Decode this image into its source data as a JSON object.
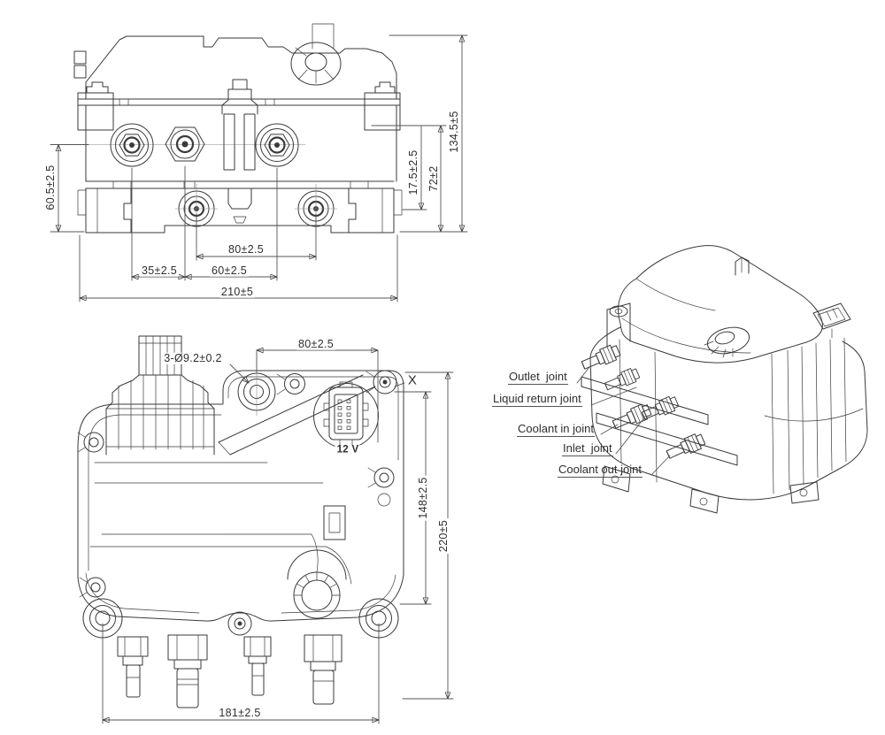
{
  "page": {
    "background": "#ffffff",
    "line_color": "#3a3a3a",
    "dim_color": "#2e2e2e"
  },
  "views": {
    "bottom_view": {
      "dim_left_height": "60.5±2.5",
      "dim_step_height": "17.5±2.5",
      "dim_mid_height": "72±2",
      "dim_total_height": "134.5±5",
      "dim_lower_port_spacing": "80±2.5",
      "dim_port_offset_left": "35±2.5",
      "dim_port_offset_right": "60±2.5",
      "dim_total_width": "210±5"
    },
    "front_view": {
      "hole_callout": "3-Ø9.2±0.2",
      "dim_mount_spacing": "80±2.5",
      "detail_marker": "X",
      "connector_label": "12 V",
      "dim_mount_height": "148±2.5",
      "dim_total_height": "220±5",
      "dim_bottom_width": "181±2.5"
    },
    "isometric_view": {
      "joints": [
        {
          "label": "Outlet  joint"
        },
        {
          "label": "Liquid return joint"
        },
        {
          "label": "Coolant in joint"
        },
        {
          "label": "Inlet  joint"
        },
        {
          "label": "Coolant out joint"
        }
      ]
    }
  }
}
